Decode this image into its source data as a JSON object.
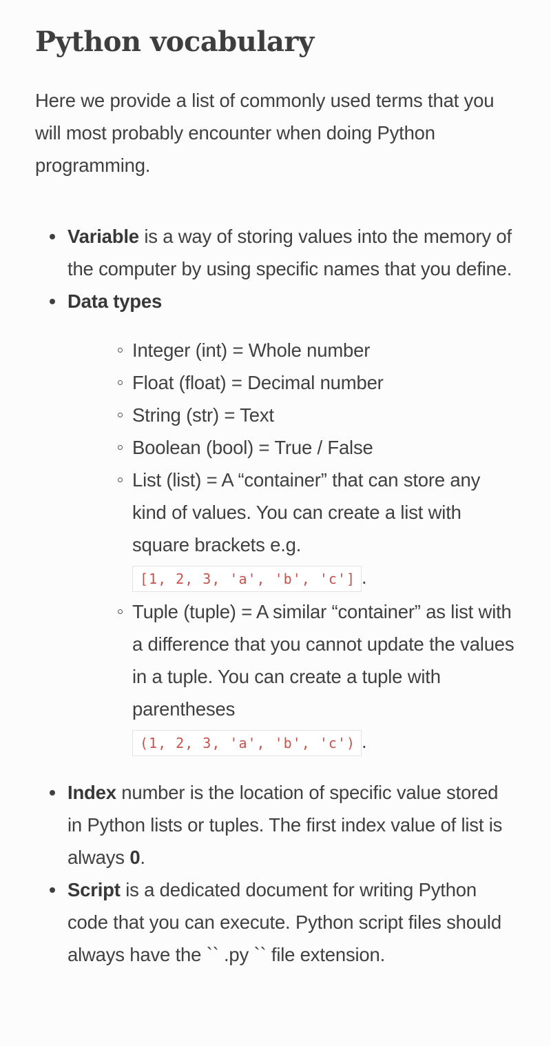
{
  "page": {
    "title": "Python vocabulary",
    "intro": "Here we provide a list of commonly used terms that you will most probably encounter when doing Python programming."
  },
  "terms": [
    {
      "term": "Variable",
      "description": " is a way of storing values into the memory of the computer by using specific names that you define."
    },
    {
      "term": "Data types",
      "description": "",
      "subitems": [
        {
          "text": "Integer (int) = Whole number"
        },
        {
          "text": "Float (float) = Decimal number"
        },
        {
          "text": "String (str) = Text"
        },
        {
          "text": "Boolean (bool) = True / False"
        },
        {
          "text": "List (list) = A “container” that can store any kind of values. You can create a list with square brackets e.g.",
          "code": "[1, 2, 3, 'a', 'b', 'c']",
          "after_code": "."
        },
        {
          "text": "Tuple (tuple) = A similar “container” as list with a difference that you cannot update the values in a tuple. You can create a tuple with parentheses",
          "code": "(1, 2, 3, 'a', 'b', 'c')",
          "after_code": "."
        }
      ]
    },
    {
      "term": "Index",
      "description": " number is the location of specific value stored in Python lists or tuples. The first index value of list is always ",
      "emphasis": "0",
      "suffix": "."
    },
    {
      "term": "Script",
      "description": " is a dedicated document for writing Python code that you can execute. Python script files should always have the `` .py `` file extension."
    }
  ],
  "colors": {
    "text": "#404040",
    "heading": "#3e3e3e",
    "code_text": "#c7524a",
    "code_border": "#e2e2e2",
    "background": "#fcfcfc"
  }
}
